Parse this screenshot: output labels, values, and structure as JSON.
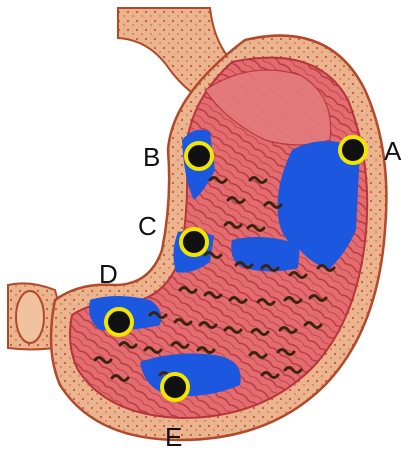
{
  "figure": {
    "markers": [
      {
        "id": "A",
        "label": "A"
      },
      {
        "id": "B",
        "label": "B"
      },
      {
        "id": "C",
        "label": "C"
      },
      {
        "id": "D",
        "label": "D"
      },
      {
        "id": "E",
        "label": "E"
      }
    ],
    "colors": {
      "outer_wall": "#e9b08a",
      "outer_wall_dots": "#c9573a",
      "wall_edge": "#b04a2b",
      "lining": "#e06a6d",
      "lining_dark": "#b8343d",
      "pools": "#1c57e0",
      "bacteria": "#3a2410",
      "marker_ring": "#f2e500",
      "marker_core": "#111111"
    }
  }
}
